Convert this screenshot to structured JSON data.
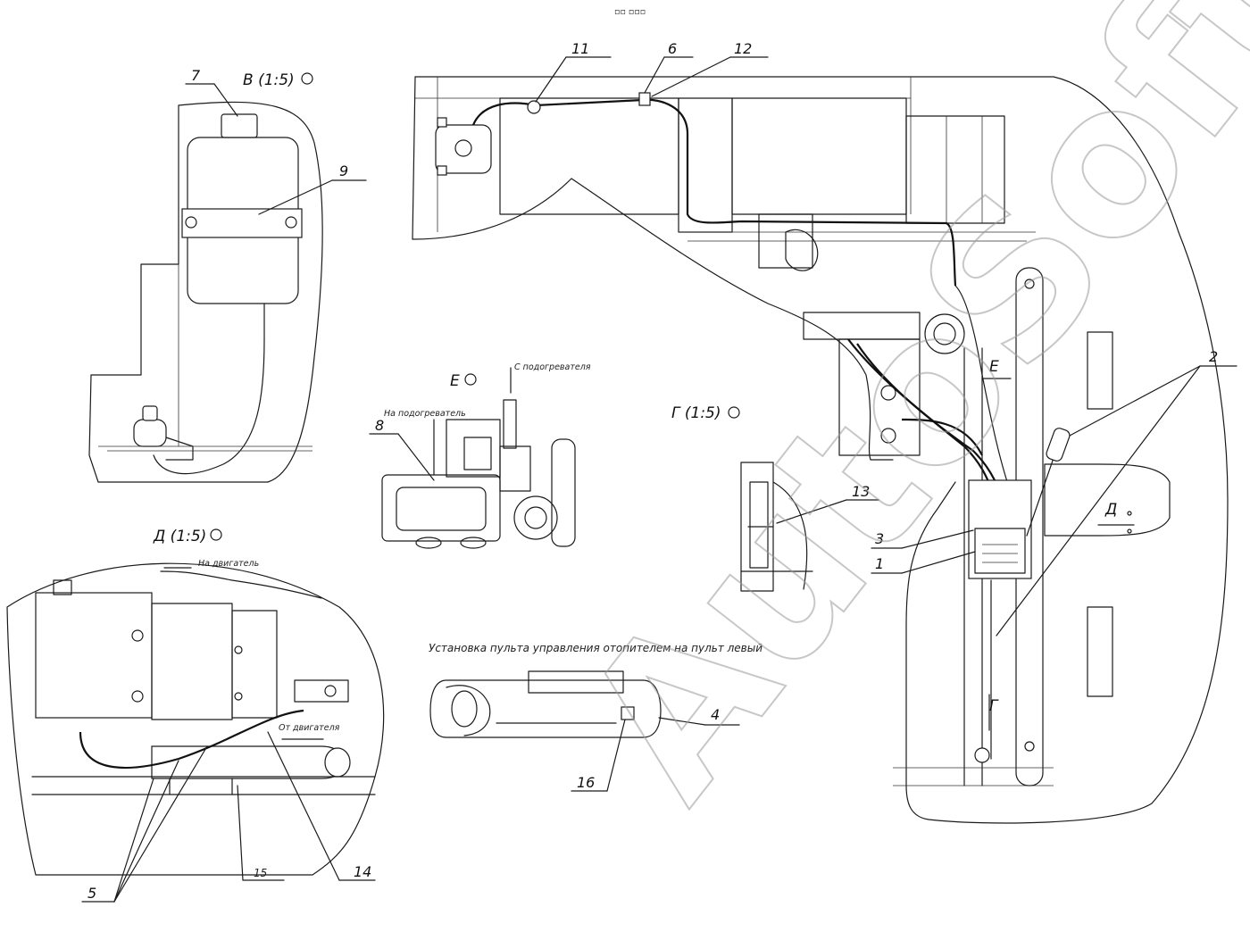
{
  "drawing": {
    "watermark": "AutoSoft",
    "top_mark": "▫▫ ▫▫▫",
    "views": {
      "v": "В (1:5)",
      "e": "Е",
      "g": "Г (1:5)",
      "d": "Д (1:5)"
    },
    "section_letters": {
      "e_on_main": "Е",
      "d_on_main": "Д",
      "g_on_main": "Г"
    },
    "notes": {
      "from_heater": "С подогревателя",
      "to_heater": "На подогреватель",
      "to_engine": "На двигатель",
      "from_engine": "От двигателя",
      "panel_caption": "Установка пульта управления отопителем на пульт левый"
    },
    "callouts": [
      "1",
      "2",
      "3",
      "4",
      "5",
      "6",
      "7",
      "8",
      "9",
      "11",
      "12",
      "13",
      "14",
      "15",
      "16"
    ]
  }
}
